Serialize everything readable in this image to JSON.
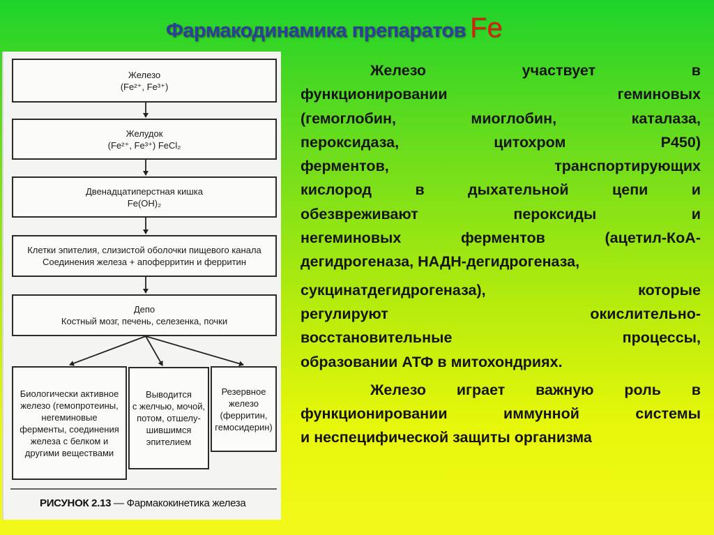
{
  "title": {
    "main": "Фармакодинамика препаратов",
    "element": "Fe"
  },
  "figure": {
    "boxes": [
      {
        "lines": [
          "Железо",
          "(Fe²⁺, Fe³⁺)"
        ]
      },
      {
        "lines": [
          "Желудок",
          "(Fe²⁺, Fe³⁺) FeCl₂"
        ]
      },
      {
        "lines": [
          "Двенадцатиперстная кишка",
          "Fe(OH)₂"
        ]
      },
      {
        "lines": [
          "Клетки эпителия, слизистой оболочки пищевого канала",
          "Соединения железа + апоферритин и ферритин"
        ]
      },
      {
        "lines": [
          "Депо",
          "Костный мозг, печень, селезенка, почки"
        ]
      }
    ],
    "outputs": [
      {
        "lines": [
          "Биологически активное",
          "железо (гемопротеины,",
          "негеминовые",
          "ферменты, соединения",
          "железа с белком и",
          "другими веществами"
        ]
      },
      {
        "lines": [
          "Выводится",
          "с желчью, мочой,",
          "потом, отшелу-",
          "шившимся",
          "эпителием"
        ]
      },
      {
        "lines": [
          "Резервное",
          "железо",
          "(ферритин,",
          "гемосидерин)"
        ]
      }
    ],
    "caption_label": "РИСУНОК 2.13",
    "caption_text": "— Фармакокинетика железа"
  },
  "text": {
    "lines": [
      "Железо участвует в",
      "функционировании геминовых",
      "(гемоглобин, миоглобин, каталаза,",
      "пероксидаза, цитохром P450)",
      "ферментов, транспортирующих",
      "кислород в дыхательной цепи и",
      "обезвреживают пероксиды и",
      "негеминовых ферментов (ацетил-КоА-",
      "дегидрогеназа, НАДН-дегидрогеназа,",
      "сукцинатдегидрогеназа), которые",
      "регулируют окислительно-",
      "восстановительные процессы,",
      "образовании АТФ в митохондриях.",
      "Железо играет важную роль в",
      "функционировании иммунной системы",
      "и неспецифической защиты организма"
    ]
  }
}
